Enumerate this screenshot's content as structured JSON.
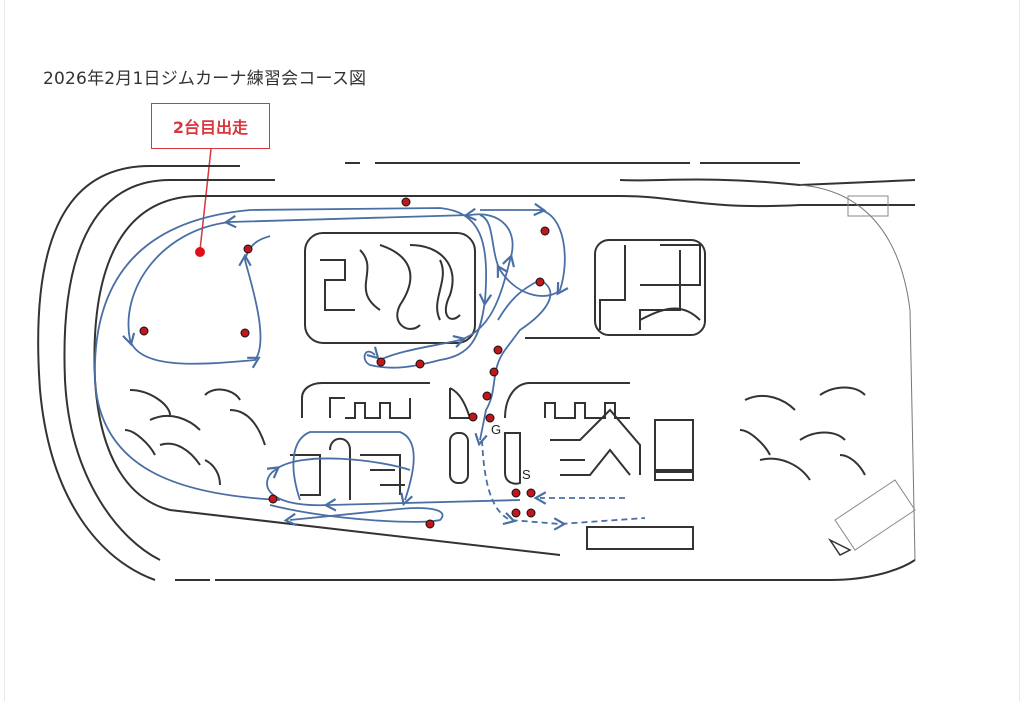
{
  "title": "2026年2月1日ジムカーナ練習会コース図",
  "callout": {
    "label": "2台目出走"
  },
  "markers": {
    "goal": "G",
    "start": "S"
  },
  "colors": {
    "course": "#4a6fa5",
    "cone": "#c0171d",
    "callout": "#d9363e",
    "track": "#333333"
  }
}
